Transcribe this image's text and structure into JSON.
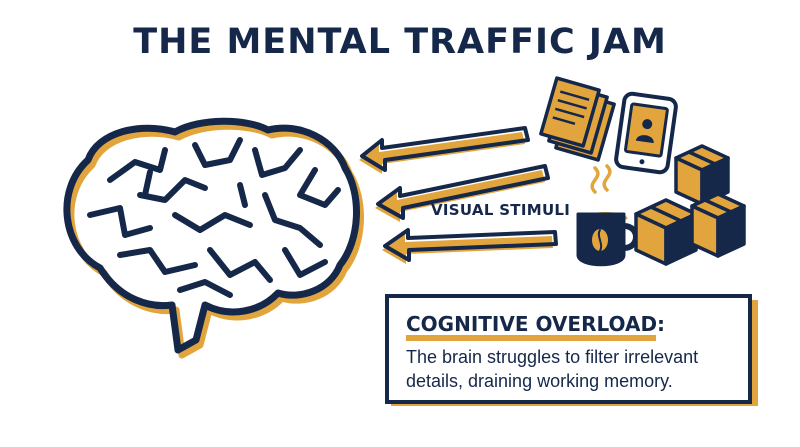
{
  "title": "THE MENTAL TRAFFIC JAM",
  "stimuli_label": "VISUAL STIMULI",
  "callout": {
    "heading": "COGNITIVE OVERLOAD:",
    "body": "The brain struggles to filter irrelevant details, draining working memory."
  },
  "colors": {
    "navy": "#15284a",
    "gold": "#e2a53d",
    "background": "#ffffff"
  },
  "icons": [
    "brain-icon",
    "arrow-icon",
    "documents-icon",
    "phone-icon",
    "coffee-mug-icon",
    "boxes-icon"
  ]
}
